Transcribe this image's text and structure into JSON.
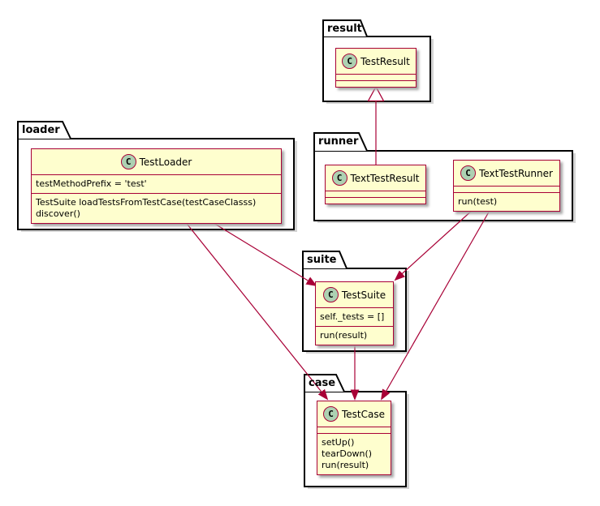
{
  "diagram": {
    "kind": "uml-class-diagram",
    "colors": {
      "background": "#FFFFFF",
      "package_border": "#000000",
      "class_fill": "#FEFECE",
      "class_border": "#A80036",
      "edge_line": "#A80036",
      "stereotype_circle_fill": "#ADD1B2",
      "shadow": "#A0A0A0"
    }
  },
  "packages": [
    {
      "name": "result",
      "classes": [
        {
          "stereotype": "C",
          "name": "TestResult",
          "attributes": [],
          "methods": []
        }
      ]
    },
    {
      "name": "loader",
      "classes": [
        {
          "stereotype": "C",
          "name": "TestLoader",
          "attributes": [
            "testMethodPrefix = 'test'"
          ],
          "methods": [
            "TestSuite loadTestsFromTestCase(testCaseClasss)",
            "discover()"
          ]
        }
      ]
    },
    {
      "name": "runner",
      "classes": [
        {
          "stereotype": "C",
          "name": "TextTestResult",
          "attributes": [],
          "methods": []
        },
        {
          "stereotype": "C",
          "name": "TextTestRunner",
          "attributes": [],
          "methods": [
            "run(test)"
          ]
        }
      ]
    },
    {
      "name": "suite",
      "classes": [
        {
          "stereotype": "C",
          "name": "TestSuite",
          "attributes": [
            "self._tests = []"
          ],
          "methods": [
            "run(result)"
          ]
        }
      ]
    },
    {
      "name": "case",
      "classes": [
        {
          "stereotype": "C",
          "name": "TestCase",
          "attributes": [],
          "methods": [
            "setUp()",
            "tearDown()",
            "run(result)"
          ]
        }
      ]
    }
  ],
  "edges": [
    {
      "from": "TextTestResult",
      "to": "TestResult",
      "type": "inheritance"
    },
    {
      "from": "TestLoader",
      "to": "TestSuite",
      "type": "directed-association"
    },
    {
      "from": "TestLoader",
      "to": "TestCase",
      "type": "directed-association"
    },
    {
      "from": "TextTestRunner",
      "to": "TestSuite",
      "type": "directed-association"
    },
    {
      "from": "TextTestRunner",
      "to": "TestCase",
      "type": "directed-association"
    },
    {
      "from": "TestSuite",
      "to": "TestCase",
      "type": "directed-association"
    }
  ]
}
